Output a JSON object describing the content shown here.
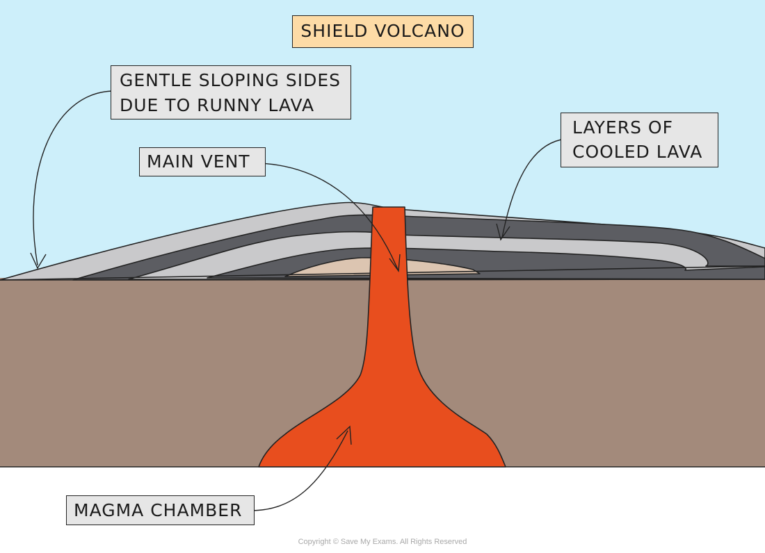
{
  "title": "SHIELD VOLCANO",
  "labels": {
    "gentle_slopes_line1": "GENTLE SLOPING SIDES",
    "gentle_slopes_line2": "DUE TO RUNNY LAVA",
    "main_vent": "MAIN VENT",
    "cooled_layers_line1": "LAYERS OF",
    "cooled_layers_line2": "COOLED LAVA",
    "magma_chamber": "MAGMA CHAMBER"
  },
  "copyright": "Copyright © Save My Exams. All Rights Reserved",
  "colors": {
    "sky": "#cdeffa",
    "ground": "#a38a7b",
    "light_lava_layer": "#c9c9cb",
    "dark_lava_layer": "#5c5d62",
    "inner_ash": "#dcc5b1",
    "magma": "#e84e1e",
    "title_fill": "#fddba6",
    "label_fill": "#e6e6e6"
  }
}
